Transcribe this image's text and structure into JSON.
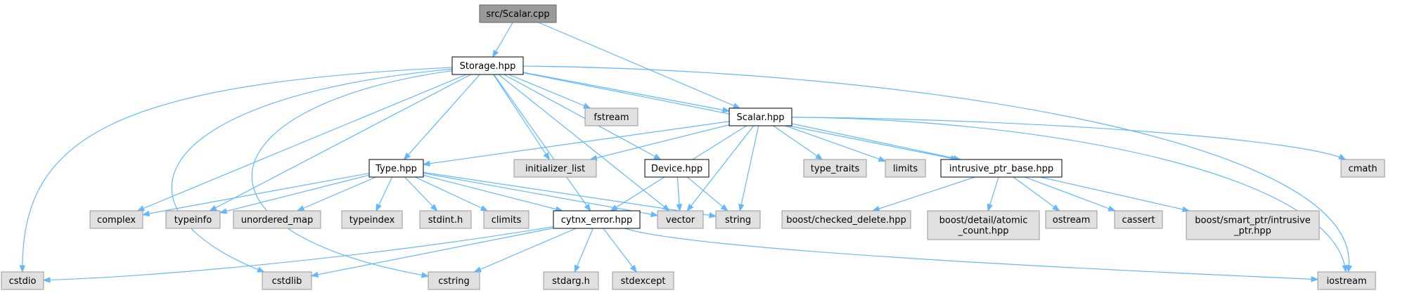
{
  "graph": {
    "nodes": [
      {
        "id": "scalar_cpp",
        "label": "src/Scalar.cpp",
        "kind": "root"
      },
      {
        "id": "storage_hpp",
        "label": "Storage.hpp",
        "kind": "local"
      },
      {
        "id": "scalar_hpp",
        "label": "Scalar.hpp",
        "kind": "local"
      },
      {
        "id": "type_hpp",
        "label": "Type.hpp",
        "kind": "local"
      },
      {
        "id": "device_hpp",
        "label": "Device.hpp",
        "kind": "local"
      },
      {
        "id": "cytnx_error_hpp",
        "label": "cytnx_error.hpp",
        "kind": "local"
      },
      {
        "id": "intrusive_ptr_base_hpp",
        "label": "intrusive_ptr_base.hpp",
        "kind": "local"
      },
      {
        "id": "fstream",
        "label": "fstream",
        "kind": "system"
      },
      {
        "id": "initializer_list",
        "label": "initializer_list",
        "kind": "system"
      },
      {
        "id": "type_traits",
        "label": "type_traits",
        "kind": "system"
      },
      {
        "id": "limits",
        "label": "limits",
        "kind": "system"
      },
      {
        "id": "cmath",
        "label": "cmath",
        "kind": "system"
      },
      {
        "id": "complex",
        "label": "complex",
        "kind": "system"
      },
      {
        "id": "typeinfo",
        "label": "typeinfo",
        "kind": "system"
      },
      {
        "id": "unordered_map",
        "label": "unordered_map",
        "kind": "system"
      },
      {
        "id": "typeindex",
        "label": "typeindex",
        "kind": "system"
      },
      {
        "id": "stdint_h",
        "label": "stdint.h",
        "kind": "system"
      },
      {
        "id": "climits",
        "label": "climits",
        "kind": "system"
      },
      {
        "id": "vector",
        "label": "vector",
        "kind": "system"
      },
      {
        "id": "string",
        "label": "string",
        "kind": "system"
      },
      {
        "id": "boost_checked_delete",
        "label": "boost/checked_delete.hpp",
        "kind": "system"
      },
      {
        "id": "boost_atomic_count",
        "label": [
          "boost/detail/atomic",
          "_count.hpp"
        ],
        "kind": "system"
      },
      {
        "id": "ostream",
        "label": "ostream",
        "kind": "system"
      },
      {
        "id": "cassert",
        "label": "cassert",
        "kind": "system"
      },
      {
        "id": "boost_intrusive_ptr",
        "label": [
          "boost/smart_ptr/intrusive",
          "_ptr.hpp"
        ],
        "kind": "system"
      },
      {
        "id": "cstdio",
        "label": "cstdio",
        "kind": "system"
      },
      {
        "id": "cstdlib",
        "label": "cstdlib",
        "kind": "system"
      },
      {
        "id": "cstring",
        "label": "cstring",
        "kind": "system"
      },
      {
        "id": "stdarg_h",
        "label": "stdarg.h",
        "kind": "system"
      },
      {
        "id": "stdexcept",
        "label": "stdexcept",
        "kind": "system"
      },
      {
        "id": "iostream",
        "label": "iostream",
        "kind": "system"
      }
    ],
    "edges": [
      [
        "scalar_cpp",
        "storage_hpp"
      ],
      [
        "scalar_cpp",
        "scalar_hpp"
      ],
      [
        "storage_hpp",
        "cstdio"
      ],
      [
        "storage_hpp",
        "cstdlib"
      ],
      [
        "storage_hpp",
        "cstring"
      ],
      [
        "storage_hpp",
        "complex"
      ],
      [
        "storage_hpp",
        "typeinfo"
      ],
      [
        "storage_hpp",
        "type_hpp"
      ],
      [
        "storage_hpp",
        "cytnx_error_hpp"
      ],
      [
        "storage_hpp",
        "vector"
      ],
      [
        "storage_hpp",
        "initializer_list"
      ],
      [
        "storage_hpp",
        "fstream"
      ],
      [
        "storage_hpp",
        "device_hpp"
      ],
      [
        "storage_hpp",
        "scalar_hpp"
      ],
      [
        "storage_hpp",
        "intrusive_ptr_base_hpp"
      ],
      [
        "storage_hpp",
        "iostream"
      ],
      [
        "scalar_hpp",
        "type_hpp"
      ],
      [
        "scalar_hpp",
        "cytnx_error_hpp"
      ],
      [
        "scalar_hpp",
        "initializer_list"
      ],
      [
        "scalar_hpp",
        "vector"
      ],
      [
        "scalar_hpp",
        "string"
      ],
      [
        "scalar_hpp",
        "type_traits"
      ],
      [
        "scalar_hpp",
        "limits"
      ],
      [
        "scalar_hpp",
        "intrusive_ptr_base_hpp"
      ],
      [
        "scalar_hpp",
        "iostream"
      ],
      [
        "scalar_hpp",
        "cmath"
      ],
      [
        "type_hpp",
        "complex"
      ],
      [
        "type_hpp",
        "typeinfo"
      ],
      [
        "type_hpp",
        "unordered_map"
      ],
      [
        "type_hpp",
        "typeindex"
      ],
      [
        "type_hpp",
        "stdint_h"
      ],
      [
        "type_hpp",
        "climits"
      ],
      [
        "type_hpp",
        "cytnx_error_hpp"
      ],
      [
        "type_hpp",
        "vector"
      ],
      [
        "type_hpp",
        "string"
      ],
      [
        "device_hpp",
        "vector"
      ],
      [
        "device_hpp",
        "string"
      ],
      [
        "cytnx_error_hpp",
        "cstdio"
      ],
      [
        "cytnx_error_hpp",
        "cstdlib"
      ],
      [
        "cytnx_error_hpp",
        "cstring"
      ],
      [
        "cytnx_error_hpp",
        "stdarg_h"
      ],
      [
        "cytnx_error_hpp",
        "stdexcept"
      ],
      [
        "cytnx_error_hpp",
        "iostream"
      ],
      [
        "intrusive_ptr_base_hpp",
        "boost_checked_delete"
      ],
      [
        "intrusive_ptr_base_hpp",
        "boost_atomic_count"
      ],
      [
        "intrusive_ptr_base_hpp",
        "ostream"
      ],
      [
        "intrusive_ptr_base_hpp",
        "cassert"
      ],
      [
        "intrusive_ptr_base_hpp",
        "boost_intrusive_ptr"
      ]
    ]
  }
}
